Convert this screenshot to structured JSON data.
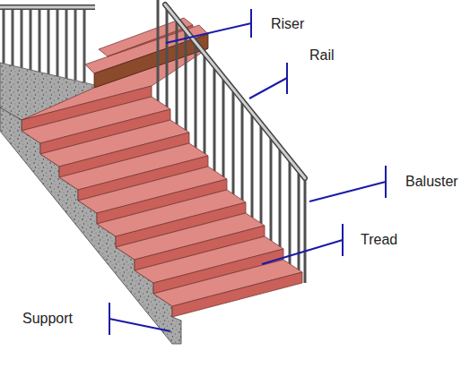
{
  "diagram": {
    "labels": [
      "Riser",
      "Rail",
      "Baluster",
      "Tread",
      "Support"
    ]
  }
}
